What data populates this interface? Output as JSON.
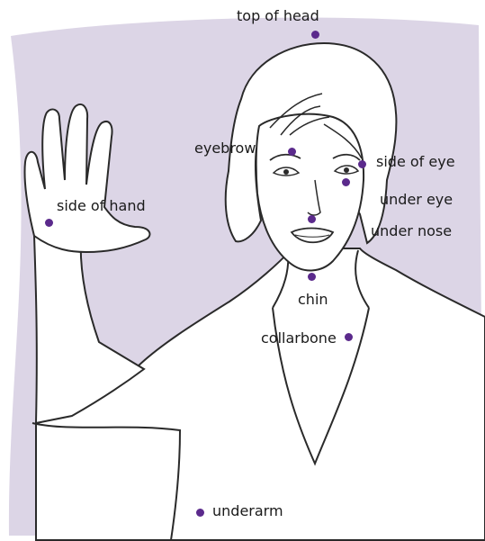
{
  "colors": {
    "background": "#dcd5e6",
    "line": "#2a2a2a",
    "skin": "#ffffff",
    "point": "#5b2a8c"
  },
  "points": [
    {
      "id": "top-of-head",
      "label": "top of head"
    },
    {
      "id": "eyebrow",
      "label": "eyebrow"
    },
    {
      "id": "side-of-eye",
      "label": "side of eye"
    },
    {
      "id": "under-eye",
      "label": "under eye"
    },
    {
      "id": "under-nose",
      "label": "under nose"
    },
    {
      "id": "chin",
      "label": "chin"
    },
    {
      "id": "collarbone",
      "label": "collarbone"
    },
    {
      "id": "side-of-hand",
      "label": "side of hand"
    },
    {
      "id": "underarm",
      "label": "underarm"
    }
  ]
}
